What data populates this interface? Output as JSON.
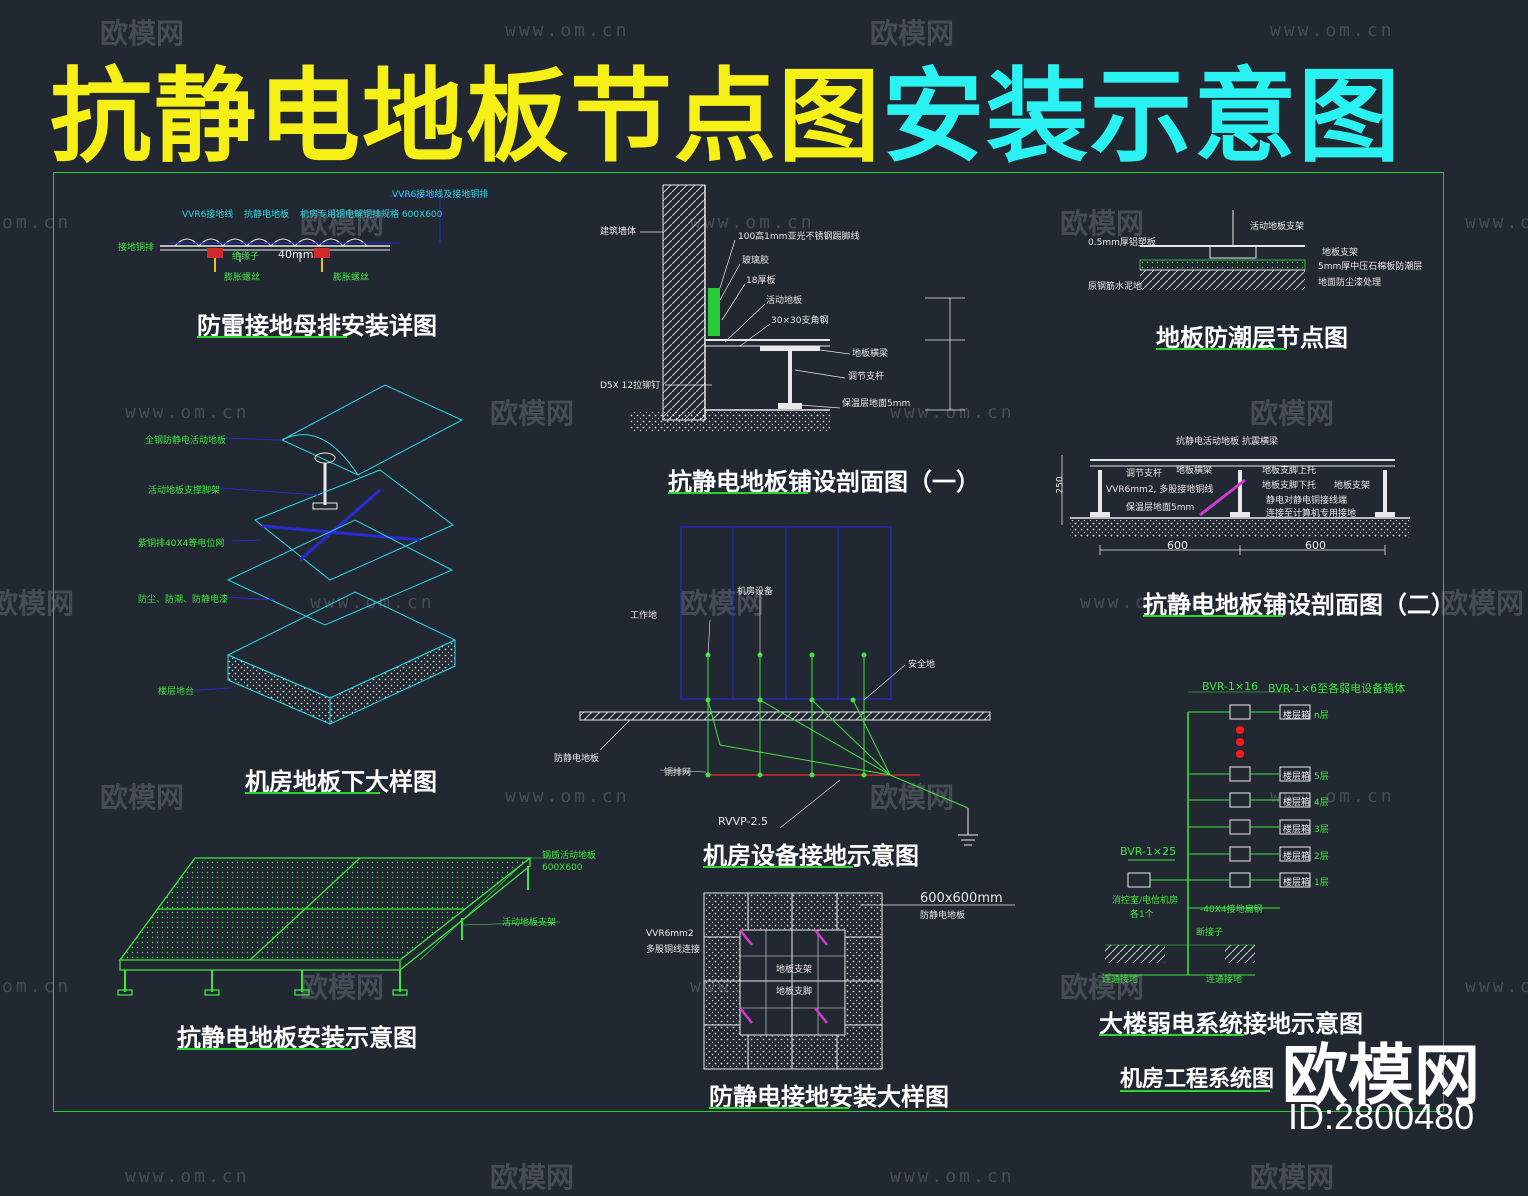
{
  "header": {
    "title_part1": "抗静电地板节点图",
    "title_part2": "安装示意图"
  },
  "colors": {
    "background": "#222831",
    "title_yellow": "#f6f016",
    "title_cyan": "#2bf2f2",
    "frame_green": "#22d12e",
    "drawing_white": "#e8e8e8",
    "drawing_blue": "#2a2ad6"
  },
  "watermarks": {
    "brand": "欧模网",
    "url": "www.om.cn",
    "url_short": "om.cn",
    "brand_partial": "欧模网",
    "logo": "欧模网",
    "id": "ID:2800480"
  },
  "captions": {
    "lightning_busbar": "防雷接地母排安装详图",
    "section_one": "抗静电地板铺设剖面图（一）",
    "moisture_layer": "地板防潮层节点图",
    "underfloor_detail": "机房地板下大样图",
    "section_two": "抗静电地板铺设剖面图（二）",
    "equipment_grounding": "机房设备接地示意图",
    "installation": "抗静电地板安装示意图",
    "grounding_detail": "防静电接地安装大样图",
    "building_grounding": "大楼弱电系统接地示意图",
    "system_diagram": "机房工程系统图"
  },
  "labels": {
    "busbar": {
      "vvr6_top": "VVR6接地线及接地铜排",
      "vvr6": "VVR6接地线",
      "floor": "抗静电地板",
      "spec": "机房专用铜电解铜排规格 600X600",
      "ground_bar": "接地铜排",
      "insulator": "绝缘子",
      "screw1": "膨胀螺丝",
      "dim": "40mm",
      "screw2": "膨胀螺丝"
    },
    "section1": {
      "wall": "建筑墙体",
      "skirting": "100高1mm亚光不锈钢踢脚线",
      "glass": "玻璃胶",
      "board18": "18厚板",
      "active_floor": "活动地板",
      "angle": "30×30支角钢",
      "beam": "地板横梁",
      "support": "调节支杆",
      "nail": "D5X 12拉铆钉",
      "insulation": "保温层地面5mm"
    },
    "moisture": {
      "support": "活动地板支架",
      "plate": "0.5mm厚铝塑板",
      "base": "地板支架",
      "layer": "5mm厚中压石棉板防潮层",
      "ground": "原钢筋水泥地",
      "treat": "地面防尘漆处理"
    },
    "underfloor": {
      "l1": "全钢防静电活动地板",
      "l2": "活动地板支撑脚架",
      "l3": "紫铜排40X4等电位网",
      "l4": "防尘、防潮、防静电漆",
      "l5": "楼层地台"
    },
    "section2": {
      "floor": "抗静电活动地板",
      "beam_top": "抗震横梁",
      "adjust": "调节支杆",
      "beam": "地板横梁",
      "upper": "地板支脚上托",
      "lower": "地板支脚下托",
      "vvr": "VVR6mm2, 多股接地铜线",
      "wire": "静电对静电铜接线端",
      "bind": "连接至计算机专用接地",
      "support": "地板支架",
      "insulation": "保温层地面5mm",
      "dim_left": "600",
      "dim_right": "600",
      "dim_height": "250"
    },
    "equipment": {
      "device": "机房设备",
      "work": "工作地",
      "safety": "安全地",
      "floor": "防静电地板",
      "bar": "铜排网",
      "cable": "RVVP-2.5"
    },
    "install": {
      "top": "钢质活动地板600X600",
      "support": "活动地板支架"
    },
    "ground_detail": {
      "size": "600x600mm",
      "floor": "防静电地板",
      "wire": "VVR6mm2",
      "wire2": "多股铜线连接",
      "box1": "地板支架",
      "box2": "地板支脚"
    },
    "building": {
      "bvr16": "BVR-1×16",
      "bvr6": "BVR-1×6至各弱电设备箱体",
      "floors": [
        "n层",
        "5层",
        "4层",
        "3层",
        "2层",
        "1层"
      ],
      "box": "楼层箱",
      "bvr25": "BVR-1×25",
      "control": "消控室/电信机房",
      "each": "各1个",
      "copper": "-40X4接地扁钢",
      "insulator": "断接子",
      "earth": "连通接地"
    }
  }
}
